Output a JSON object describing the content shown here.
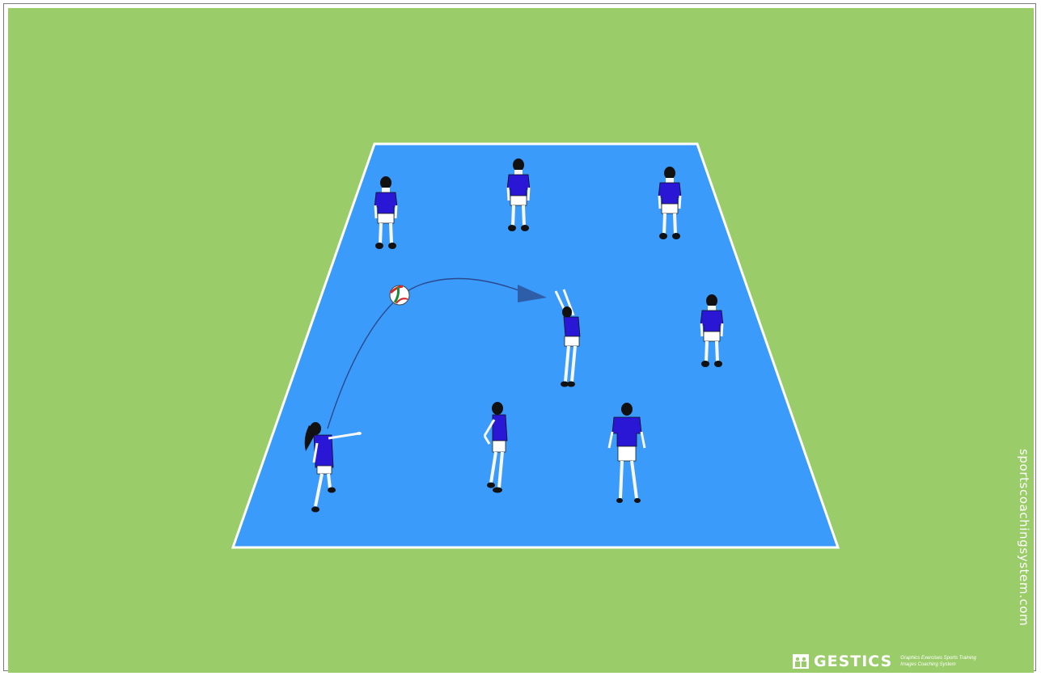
{
  "colors": {
    "grass": "#9bcc6a",
    "court": "#3a9bfb",
    "court_line": "#ffffff",
    "jersey": "#2a17d6",
    "shorts": "#ffffff",
    "skin": "#f7f7f7",
    "hair": "#111111",
    "trajectory": "#2a4a8c",
    "arrow": "#2f5ea8"
  },
  "icons": {
    "ball": "volleyball-icon",
    "arrow": "arrowhead-icon",
    "brand": "gestics-logo-icon"
  },
  "diagram": {
    "players": [
      {
        "id": "p1",
        "pose": "standing"
      },
      {
        "id": "p2",
        "pose": "standing"
      },
      {
        "id": "p3",
        "pose": "standing"
      },
      {
        "id": "p4",
        "pose": "standing"
      },
      {
        "id": "p5",
        "pose": "setting"
      },
      {
        "id": "p6",
        "pose": "throwing"
      },
      {
        "id": "p7",
        "pose": "side-ready"
      },
      {
        "id": "p8",
        "pose": "standing-back"
      }
    ],
    "ball_count": 1,
    "trajectory_count": 1
  },
  "watermark": {
    "site": "sportscoachingsystem.com",
    "brand_name": "GESTICS",
    "tagline_1": "Graphics Exercises Sports Training",
    "tagline_2": "Images Coaching System"
  }
}
